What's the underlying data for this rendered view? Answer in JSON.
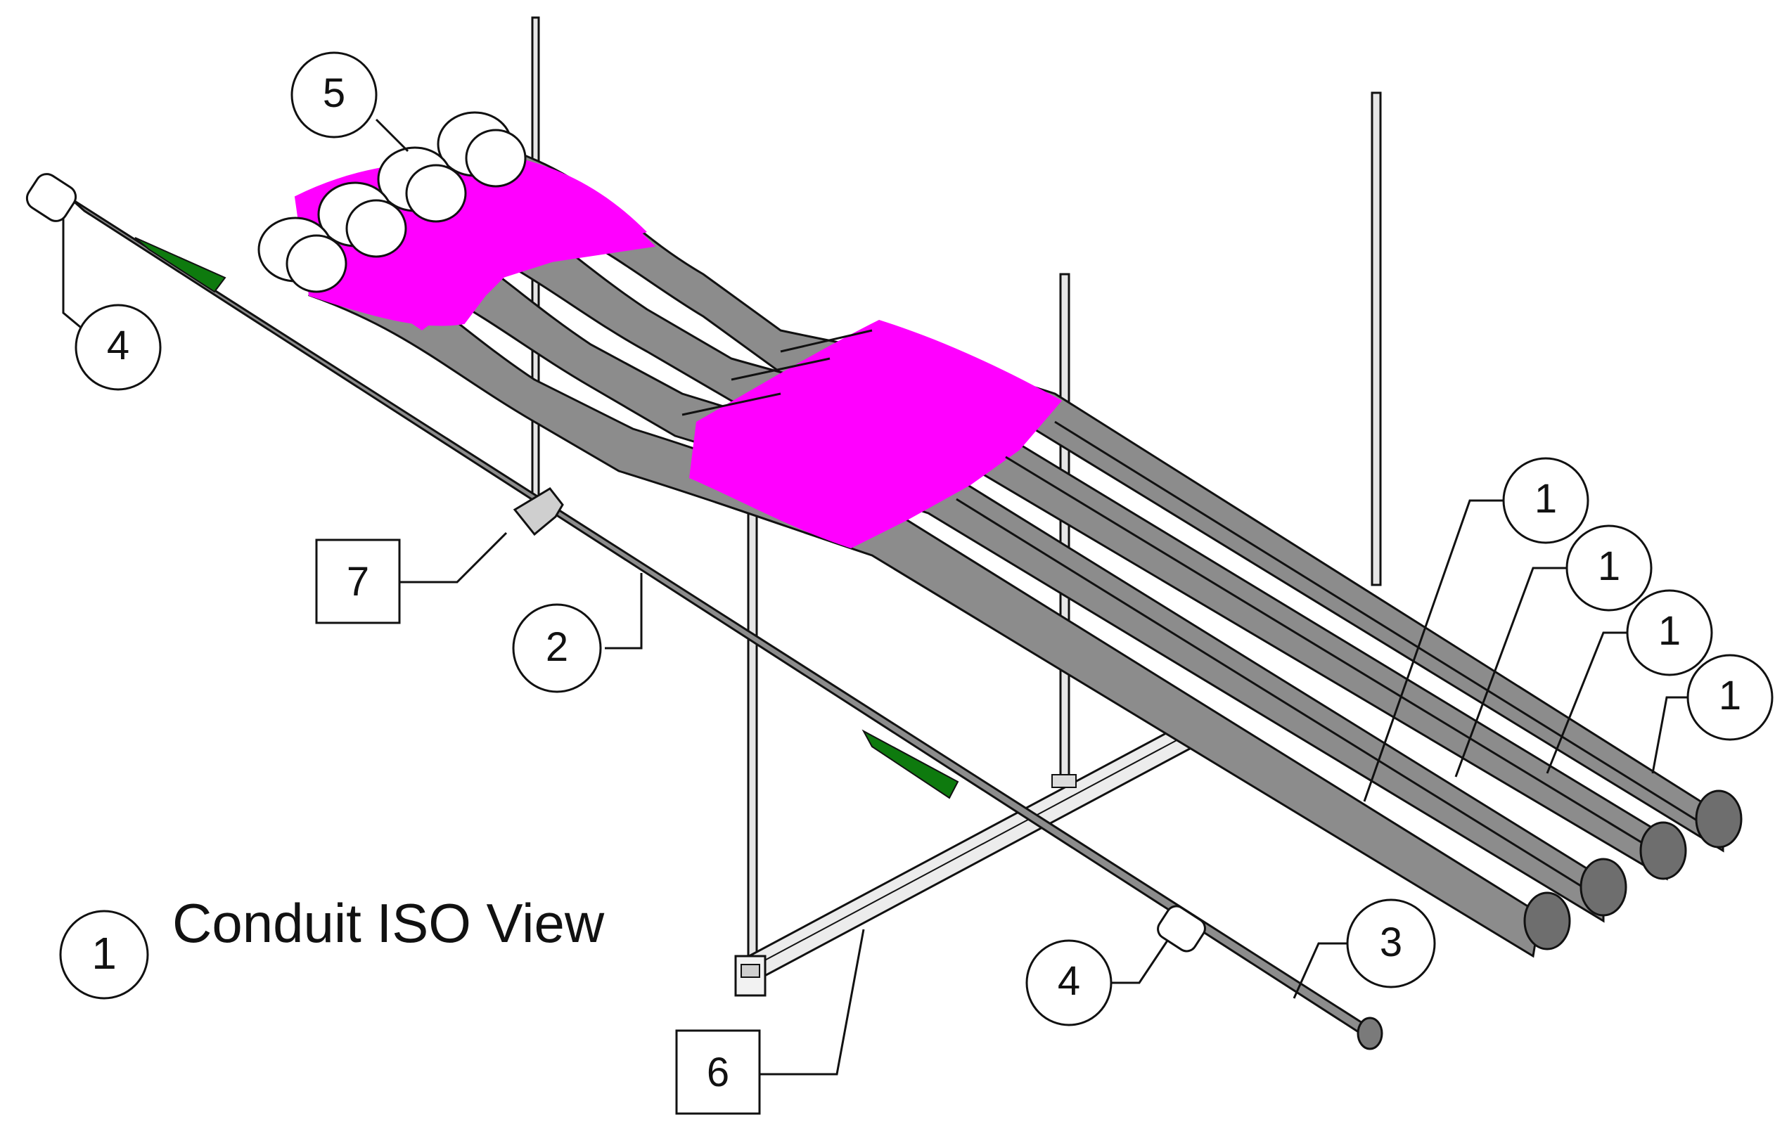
{
  "drawing": {
    "title": "Conduit ISO View",
    "view_number": "1"
  },
  "callouts": {
    "c1a": "1",
    "c1b": "1",
    "c1c": "1",
    "c1d": "1",
    "c2": "2",
    "c3": "3",
    "c4a": "4",
    "c4b": "4",
    "c5": "5",
    "c6": "6",
    "c7": "7"
  },
  "colors": {
    "conduit": "#8c8c8c",
    "conduit_dark": "#6e6e6e",
    "bend_wrap": "#ff00ff",
    "tape_band": "#0e7a0e",
    "steel": "#d9d9d9",
    "outline": "#111111",
    "background": "#ffffff"
  }
}
